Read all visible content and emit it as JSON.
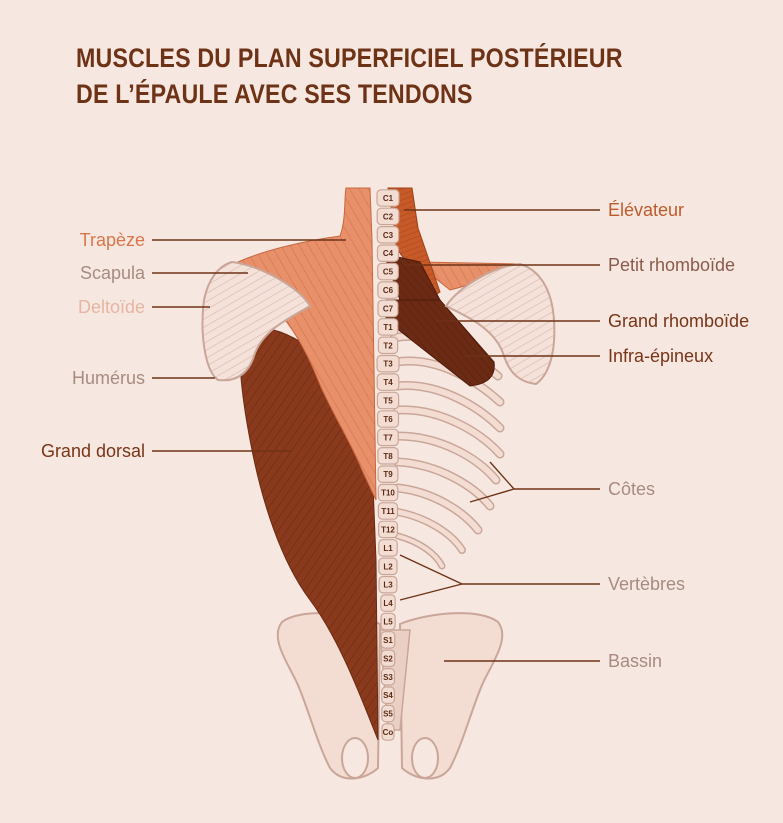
{
  "title": {
    "line1": "MUSCLES DU PLAN SUPERFICIEL POSTÉRIEUR",
    "line2": "DE L’ÉPAULE AVEC SES TENDONS"
  },
  "labels": {
    "left": [
      {
        "text": "Trapèze",
        "color": "#d9774a"
      },
      {
        "text": "Scapula",
        "color": "#a88a80"
      },
      {
        "text": "Deltoïde",
        "color": "#e6b5a2"
      },
      {
        "text": "Humérus",
        "color": "#a88a80"
      },
      {
        "text": "Grand dorsal",
        "color": "#7a3417"
      }
    ],
    "right": [
      {
        "text": "Élévateur",
        "color": "#bf5a2c"
      },
      {
        "text": "Petit rhomboïde",
        "color": "#8a5a4c"
      },
      {
        "text": "Grand rhomboïde",
        "color": "#7a3417"
      },
      {
        "text": "Infra-épineux",
        "color": "#7a3417"
      },
      {
        "text": "Côtes",
        "color": "#a88a80"
      },
      {
        "text": "Vertèbres",
        "color": "#a88a80"
      },
      {
        "text": "Bassin",
        "color": "#a88a80"
      }
    ]
  },
  "vertebrae": [
    "C1",
    "C2",
    "C3",
    "C4",
    "C5",
    "C6",
    "C7",
    "T1",
    "T2",
    "T3",
    "T4",
    "T5",
    "T6",
    "T7",
    "T8",
    "T9",
    "T10",
    "T11",
    "T12",
    "L1",
    "L2",
    "L3",
    "L4",
    "L5",
    "S1",
    "S2",
    "S3",
    "S4",
    "S5",
    "Co"
  ],
  "colors": {
    "background": "#f6e8e1",
    "title": "#6e3317",
    "trapezius": "#e8906a",
    "latissimus": "#8a3a1c",
    "rhomboid": "#6b2a14",
    "levator": "#c75a28",
    "deltoid": "#f4e2da",
    "bone": "#f3ddd3",
    "bone_outline": "#c9a698",
    "leader": "#6e3317"
  }
}
